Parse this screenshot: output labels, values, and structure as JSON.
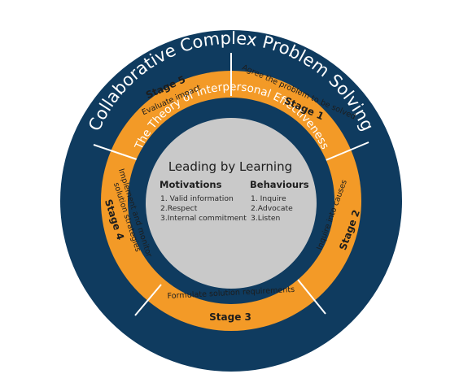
{
  "diagram": {
    "outer_title": "Collaborative Complex Problem Solving",
    "inner_title": "The Theory of Interpersonal Effectiveness",
    "stages": [
      {
        "label": "Stage 1",
        "description": "Agree the problem to be solved"
      },
      {
        "label": "Stage 2",
        "description": "Inquire into causes"
      },
      {
        "label": "Stage 3",
        "description": "Formulate solution requirements"
      },
      {
        "label": "Stage 4",
        "description_line1": "Implement and monitor",
        "description_line2": "solution strategies"
      },
      {
        "label": "Stage 5",
        "description": "Evaluate impact"
      }
    ],
    "center": {
      "title": "Leading by Learning",
      "motivations": {
        "heading": "Motivations",
        "items": [
          "1. Valid information",
          "2.Respect",
          "3.Internal commitment"
        ]
      },
      "behaviours": {
        "heading": "Behaviours",
        "items": [
          "1. Inquire",
          "2.Advocate",
          "3.Listen"
        ]
      }
    },
    "colors": {
      "navy": "#0f3b5f",
      "orange": "#f39a27",
      "grey": "#c9c9c9",
      "divider": "#ffffff"
    }
  }
}
